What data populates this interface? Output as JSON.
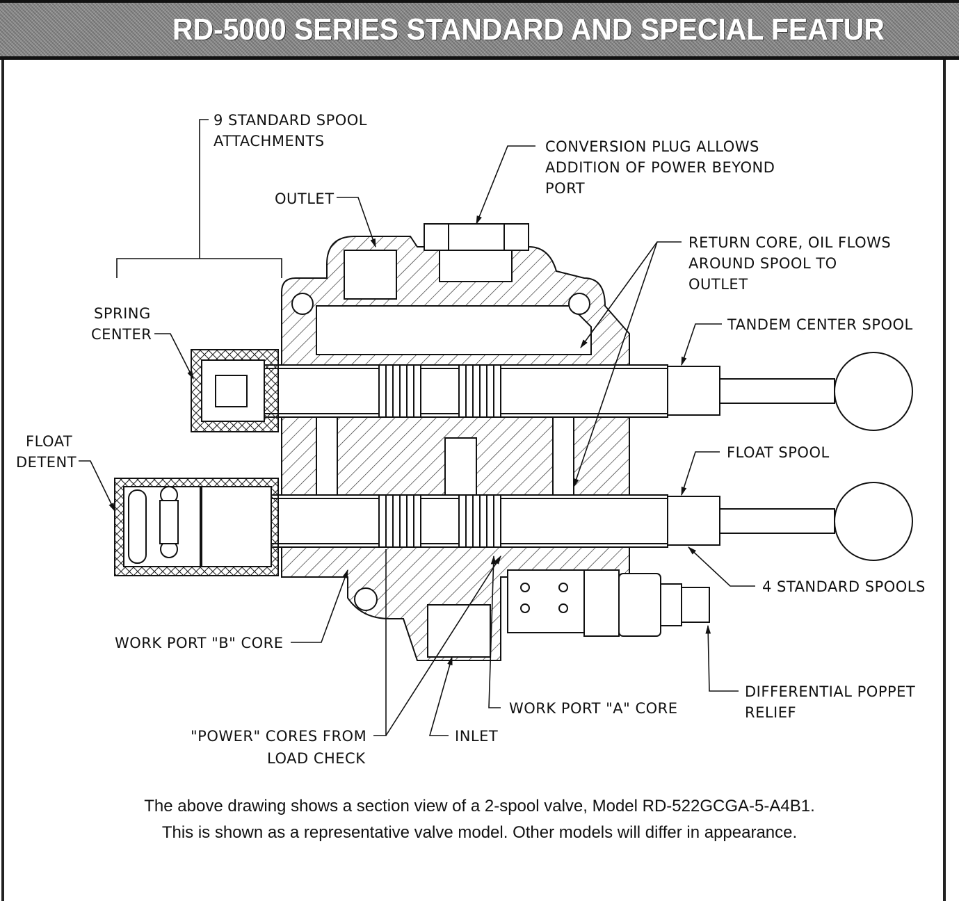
{
  "header": {
    "title": "RD-5000 SERIES STANDARD AND SPECIAL FEATUR"
  },
  "callouts": {
    "spool_attachments": [
      "9 STANDARD SPOOL",
      "ATTACHMENTS"
    ],
    "outlet": "OUTLET",
    "conversion_plug": [
      "CONVERSION PLUG ALLOWS",
      "ADDITION OF POWER BEYOND",
      "PORT"
    ],
    "return_core": [
      "RETURN CORE, OIL FLOWS",
      "AROUND SPOOL TO",
      "OUTLET"
    ],
    "tandem_center_spool": "TANDEM CENTER SPOOL",
    "spring_center": [
      "SPRING",
      "CENTER"
    ],
    "float_detent": [
      "FLOAT",
      "DETENT"
    ],
    "float_spool": "FLOAT SPOOL",
    "standard_spools": "4 STANDARD SPOOLS",
    "work_port_b": "WORK PORT \"B\" CORE",
    "differential_poppet": [
      "DIFFERENTIAL POPPET",
      "RELIEF"
    ],
    "work_port_a": "WORK PORT \"A\" CORE",
    "power_cores": [
      "\"POWER\" CORES FROM",
      "LOAD CHECK"
    ],
    "inlet": "INLET"
  },
  "caption": {
    "line1": "The above drawing shows a section view of a 2-spool valve, Model RD-522GCGA-5-A4B1.",
    "line2": "This is shown as a representative valve model. Other models will differ in appearance."
  }
}
